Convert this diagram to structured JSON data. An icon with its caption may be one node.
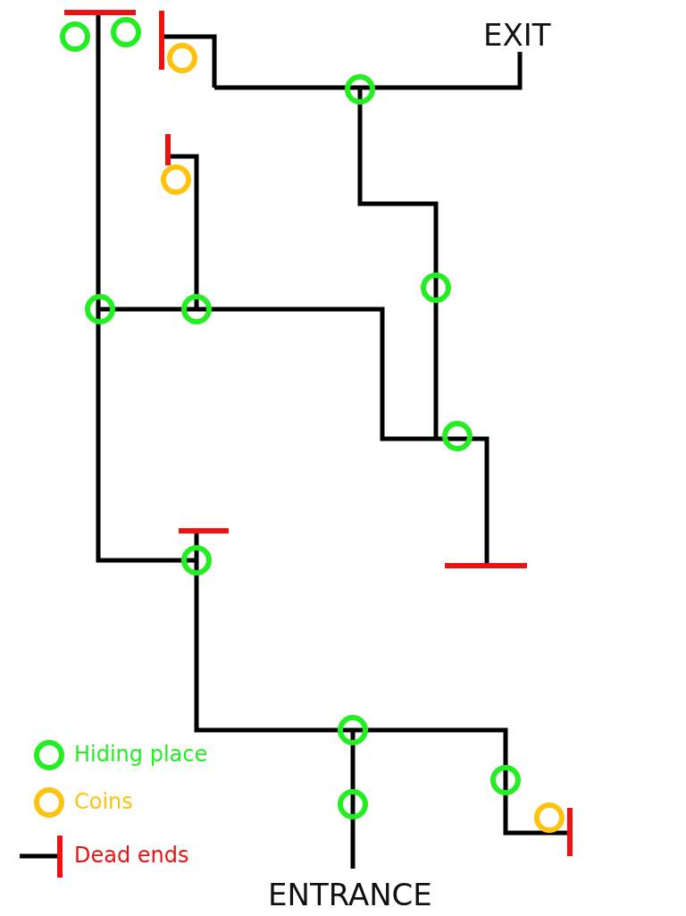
{
  "diagram": {
    "labels": [
      "EXIT",
      "ENTRANCE"
    ],
    "legend": [
      {
        "text": "Hiding place",
        "color": "#22ee22"
      },
      {
        "text": "Coins",
        "color": "#ffc20e"
      },
      {
        "text": "Dead ends",
        "color": "#ee1111"
      }
    ]
  }
}
